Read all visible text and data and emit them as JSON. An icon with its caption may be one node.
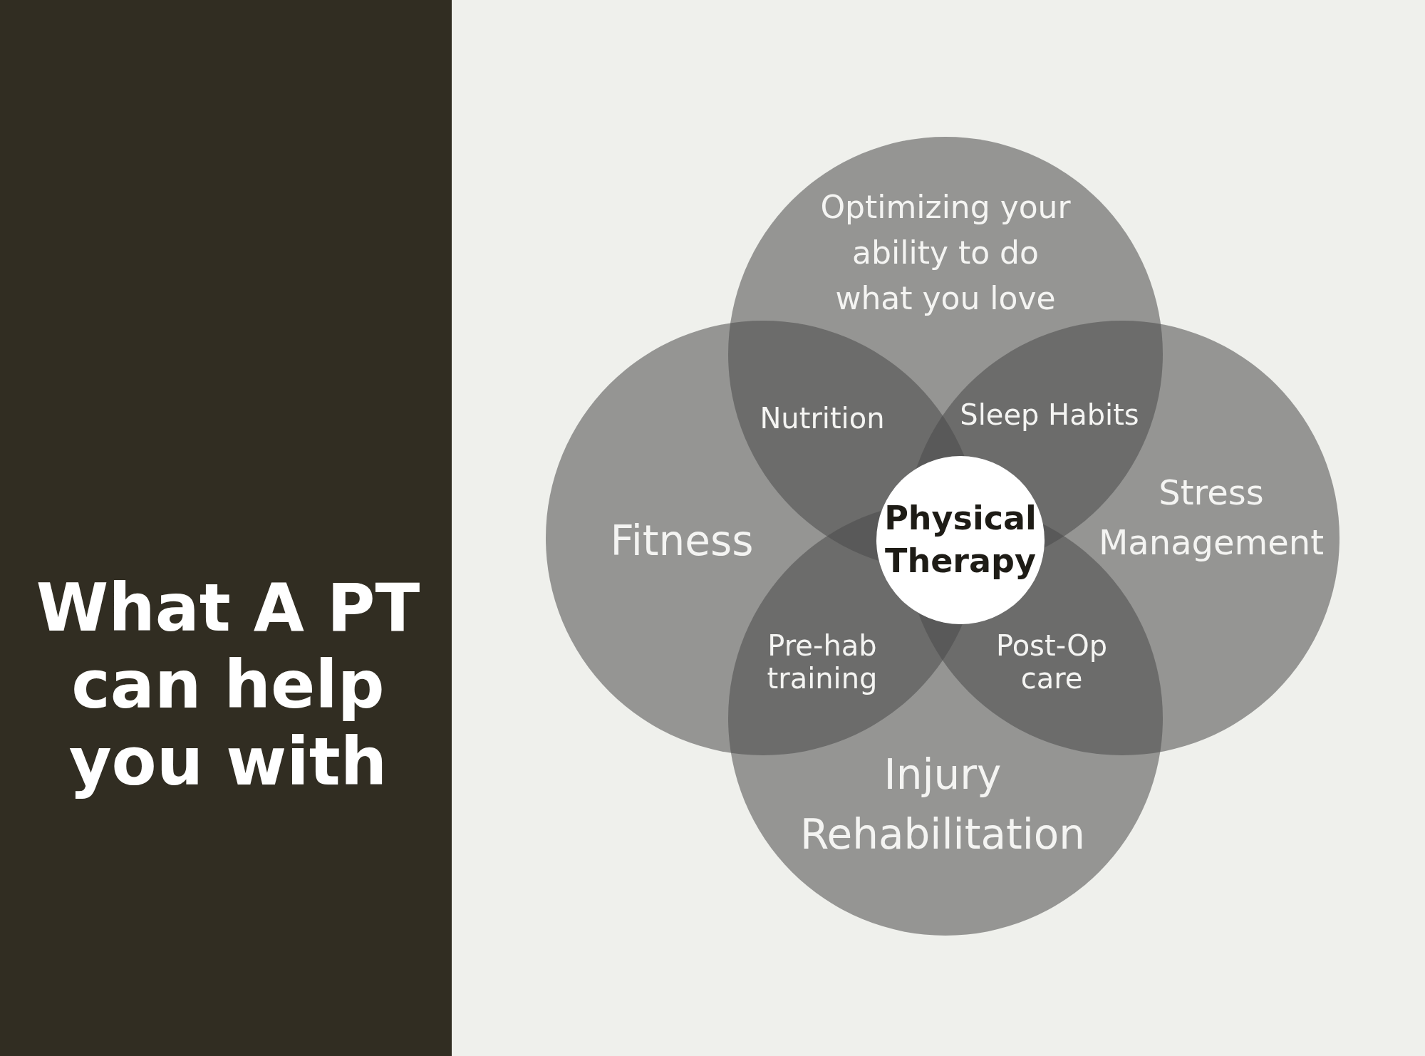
{
  "diagram": {
    "title": "What A PT can help you with",
    "nodes": [
      {
        "text": [
          "Optimizing your ability to do what you love"
        ]
      },
      {
        "text": [
          "Fitness"
        ]
      },
      {
        "text": [
          "Stress Management"
        ]
      },
      {
        "text": [
          "Injury Rehabilitation"
        ]
      },
      {
        "text": [
          "Physical Therapy"
        ]
      }
    ],
    "labels": [
      "Nutrition",
      "Sleep Habits",
      "Pre-hab training",
      "Post-Op care"
    ]
  }
}
